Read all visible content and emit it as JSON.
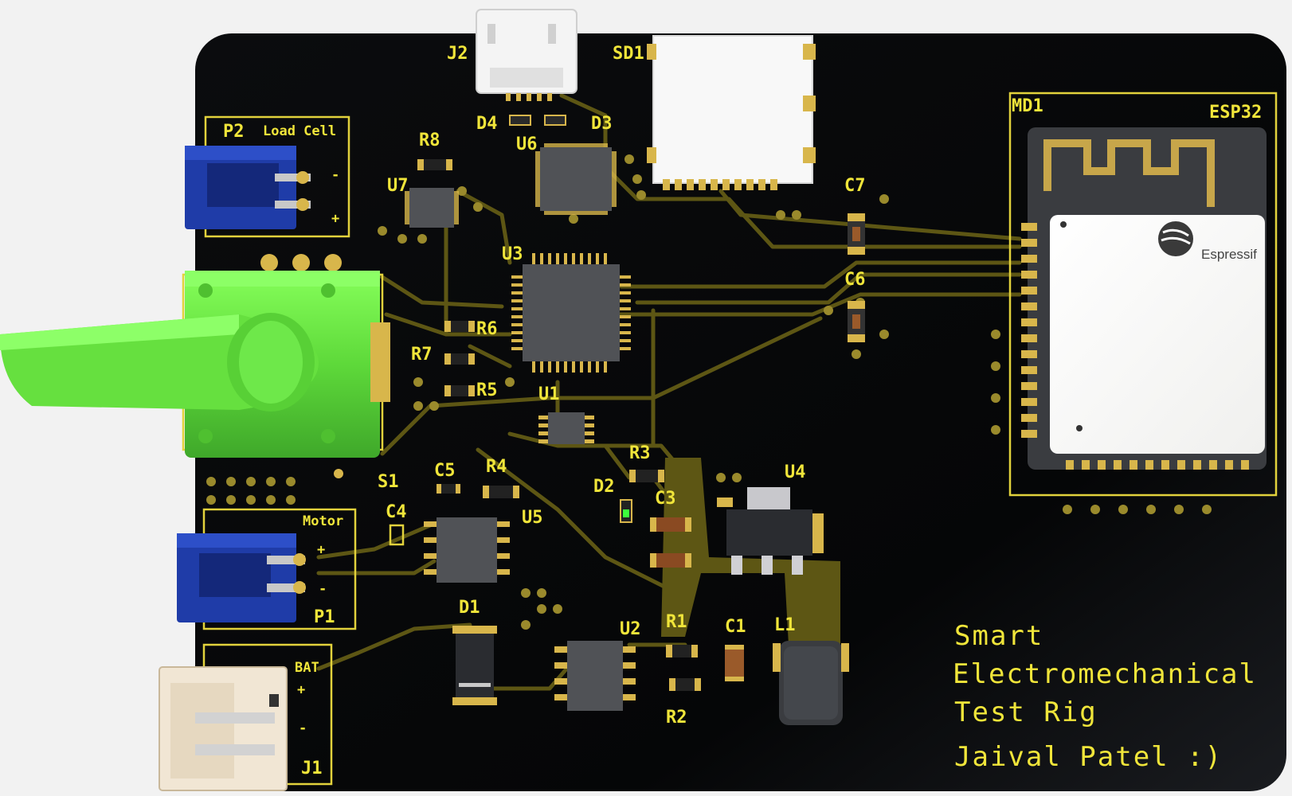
{
  "board": {
    "designators": {
      "J2": "J2",
      "SD1": "SD1",
      "D4": "D4",
      "D3": "D3",
      "U6": "U6",
      "R8": "R8",
      "U7": "U7",
      "U3": "U3",
      "R6": "R6",
      "R7": "R7",
      "R5": "R5",
      "U1": "U1",
      "S1": "S1",
      "C5": "C5",
      "R4": "R4",
      "C4": "C4",
      "U5": "U5",
      "D2": "D2",
      "R3": "R3",
      "C3": "C3",
      "U4": "U4",
      "D1": "D1",
      "U2": "U2",
      "R1": "R1",
      "R2": "R2",
      "C1": "C1",
      "L1": "L1",
      "C7": "C7",
      "C6": "C6",
      "MD1": "MD1",
      "P1": "P1",
      "J1": "J1"
    },
    "connectors": {
      "p2_label": "P2",
      "p2_name": "Load Cell",
      "p2_minus": "-",
      "p2_plus": "+",
      "motor_name": "Motor",
      "motor_plus": "+",
      "motor_minus": "-",
      "bat_name": "BAT",
      "bat_plus": "+",
      "bat_minus": "-"
    },
    "module": {
      "name": "ESP32",
      "brand": "Espressif"
    },
    "title_lines": [
      "Smart",
      "Electromechanical",
      "Test Rig",
      "Jaival Patel :)"
    ]
  },
  "colors": {
    "board": "#07080a",
    "silkscreen": "#f0e53a",
    "pad_gold": "#d8b64b",
    "knob_green": "#6ee84a",
    "header_blue": "#1f3ca8"
  },
  "icons": [
    "usb-connector-icon",
    "sd-card-slot-icon",
    "potentiometer-knob-icon",
    "espressif-logo-icon"
  ]
}
